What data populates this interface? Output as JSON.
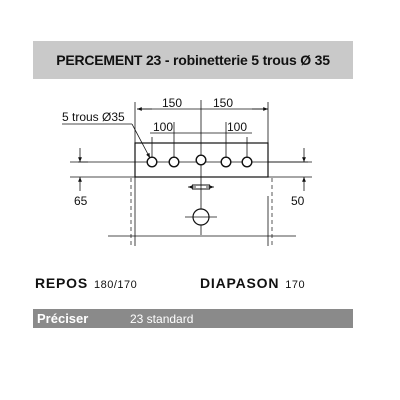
{
  "title": "PERCEMENT 23 - robinetterie 5 trous Ø 35",
  "diagram": {
    "holes_label": "5 trous Ø35",
    "dim_150_left": "150",
    "dim_150_right": "150",
    "dim_100_left": "100",
    "dim_100_right": "100",
    "dim_65": "65",
    "dim_50": "50"
  },
  "models": {
    "repos": {
      "name": "REPOS",
      "range": "180/170"
    },
    "diapason": {
      "name": "DIAPASON",
      "range": "170"
    }
  },
  "footer": {
    "label": "Préciser",
    "value": "23 standard"
  }
}
